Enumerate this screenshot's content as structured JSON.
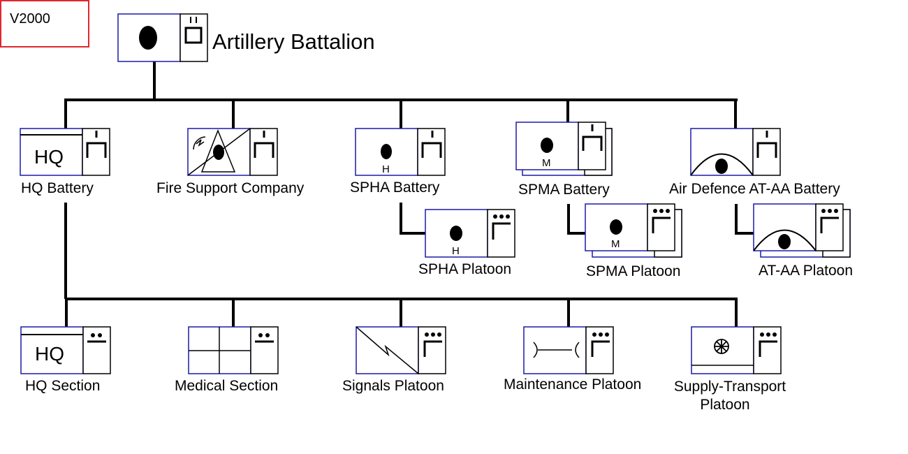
{
  "version_label": "V2000",
  "root": {
    "label": "Artillery Battalion",
    "echelon": "II",
    "icon": "artillery-dot-icon"
  },
  "batteries": [
    {
      "label": "HQ Battery",
      "echelon": "I",
      "icon": "hq-icon",
      "symbol_text": "HQ"
    },
    {
      "label": "Fire Support Company",
      "echelon": "I",
      "icon": "fire-support-icon"
    },
    {
      "label": "SPHA Battery",
      "echelon": "I",
      "icon": "spha-icon",
      "symbol_text": "H"
    },
    {
      "label": "SPMA Battery",
      "echelon": "I",
      "icon": "spma-icon",
      "symbol_text": "M"
    },
    {
      "label": "Air Defence AT-AA Battery",
      "echelon": "I",
      "icon": "air-defence-icon"
    }
  ],
  "platoons": [
    {
      "label": "SPHA Platoon",
      "echelon": "•••",
      "icon": "spha-icon",
      "symbol_text": "H"
    },
    {
      "label": "SPMA Platoon",
      "echelon": "•••",
      "icon": "spma-icon",
      "symbol_text": "M"
    },
    {
      "label": "AT-AA Platoon",
      "echelon": "•••",
      "icon": "air-defence-icon"
    }
  ],
  "hq_units": [
    {
      "label": "HQ Section",
      "echelon": "••",
      "icon": "hq-icon",
      "symbol_text": "HQ"
    },
    {
      "label": "Medical Section",
      "echelon": "••",
      "icon": "medical-cross-icon"
    },
    {
      "label": "Signals Platoon",
      "echelon": "•••",
      "icon": "signals-zigzag-icon"
    },
    {
      "label": "Maintenance Platoon",
      "echelon": "•••",
      "icon": "maintenance-wrench-icon"
    },
    {
      "label": "Supply-Transport Platoon",
      "label_lines": [
        "Supply-Transport",
        "Platoon"
      ],
      "echelon": "•••",
      "icon": "supply-wheel-icon"
    }
  ],
  "colors": {
    "frame": "#1a1aa8",
    "line": "#000000",
    "version_border": "#e0262e"
  }
}
